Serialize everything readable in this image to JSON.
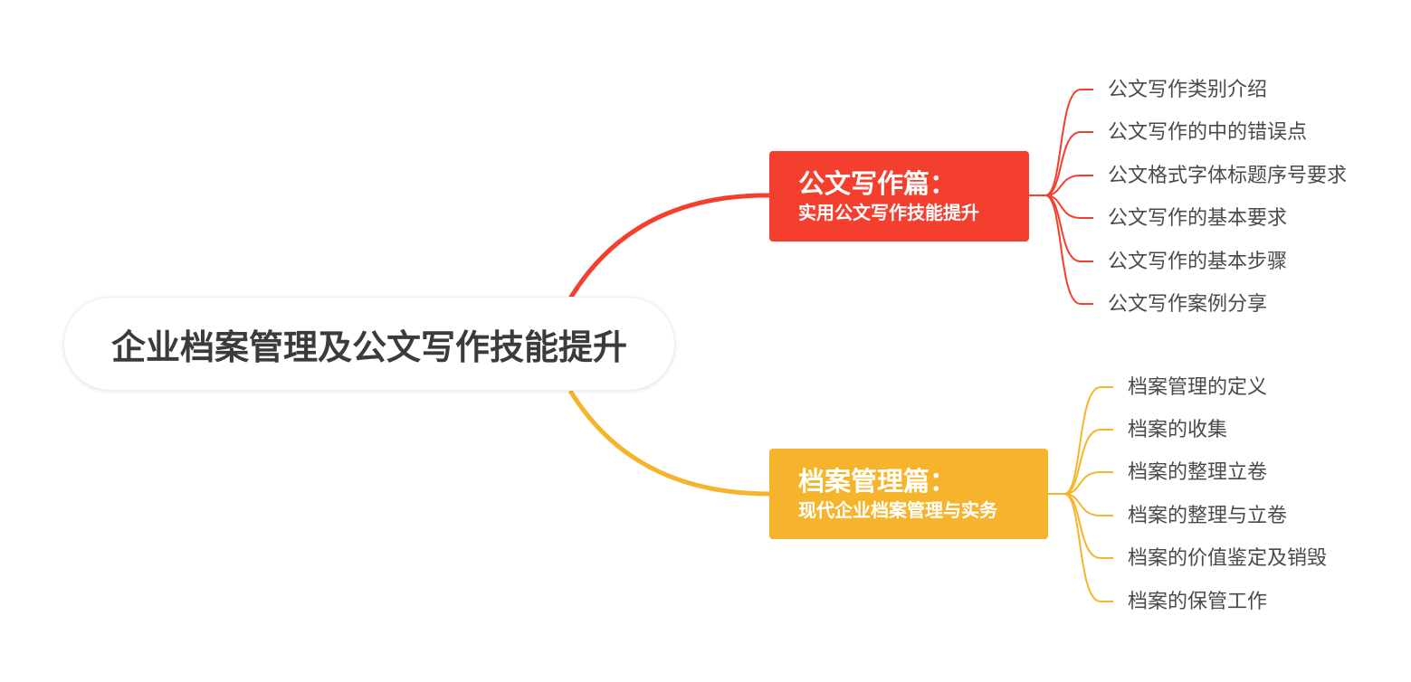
{
  "root": {
    "title": "企业档案管理及公文写作技能提升"
  },
  "colors": {
    "writing": "#f43e2e",
    "archive": "#f6b42c",
    "text": "#4a4a4a",
    "root_text": "#3b3b3b"
  },
  "branches": [
    {
      "title": "公文写作篇：",
      "subtitle": "实用公文写作技能提升",
      "color": "#f43e2e",
      "items": [
        "公文写作类别介绍",
        "公文写作的中的错误点",
        "公文格式字体标题序号要求",
        "公文写作的基本要求",
        "公文写作的基本步骤",
        "公文写作案例分享"
      ]
    },
    {
      "title": "档案管理篇：",
      "subtitle": "现代企业档案管理与实务",
      "color": "#f6b42c",
      "items": [
        "档案管理的定义",
        "档案的收集",
        "档案的整理立卷",
        "档案的整理与立卷",
        "档案的价值鉴定及销毁",
        "档案的保管工作"
      ]
    }
  ]
}
